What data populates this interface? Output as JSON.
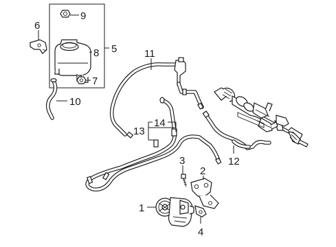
{
  "callouts": {
    "c1": "1",
    "c2": "2",
    "c3": "3",
    "c4": "4",
    "c5": "5",
    "c6": "6",
    "c7": "7",
    "c8": "8",
    "c9": "9",
    "c10": "10",
    "c11": "11",
    "c12": "12",
    "c13": "13",
    "c14": "14"
  },
  "parts": [
    "power-steering-pump",
    "pump-bracket",
    "bracket-bolt",
    "pump-support-bracket",
    "reservoir-assembly",
    "reservoir-mount-bracket",
    "reservoir-nut",
    "reservoir-tank",
    "reservoir-cap",
    "suction-hose",
    "pressure-hose",
    "return-line",
    "cooler-lines",
    "cooler-line-clamp",
    "steering-gear-rack"
  ]
}
